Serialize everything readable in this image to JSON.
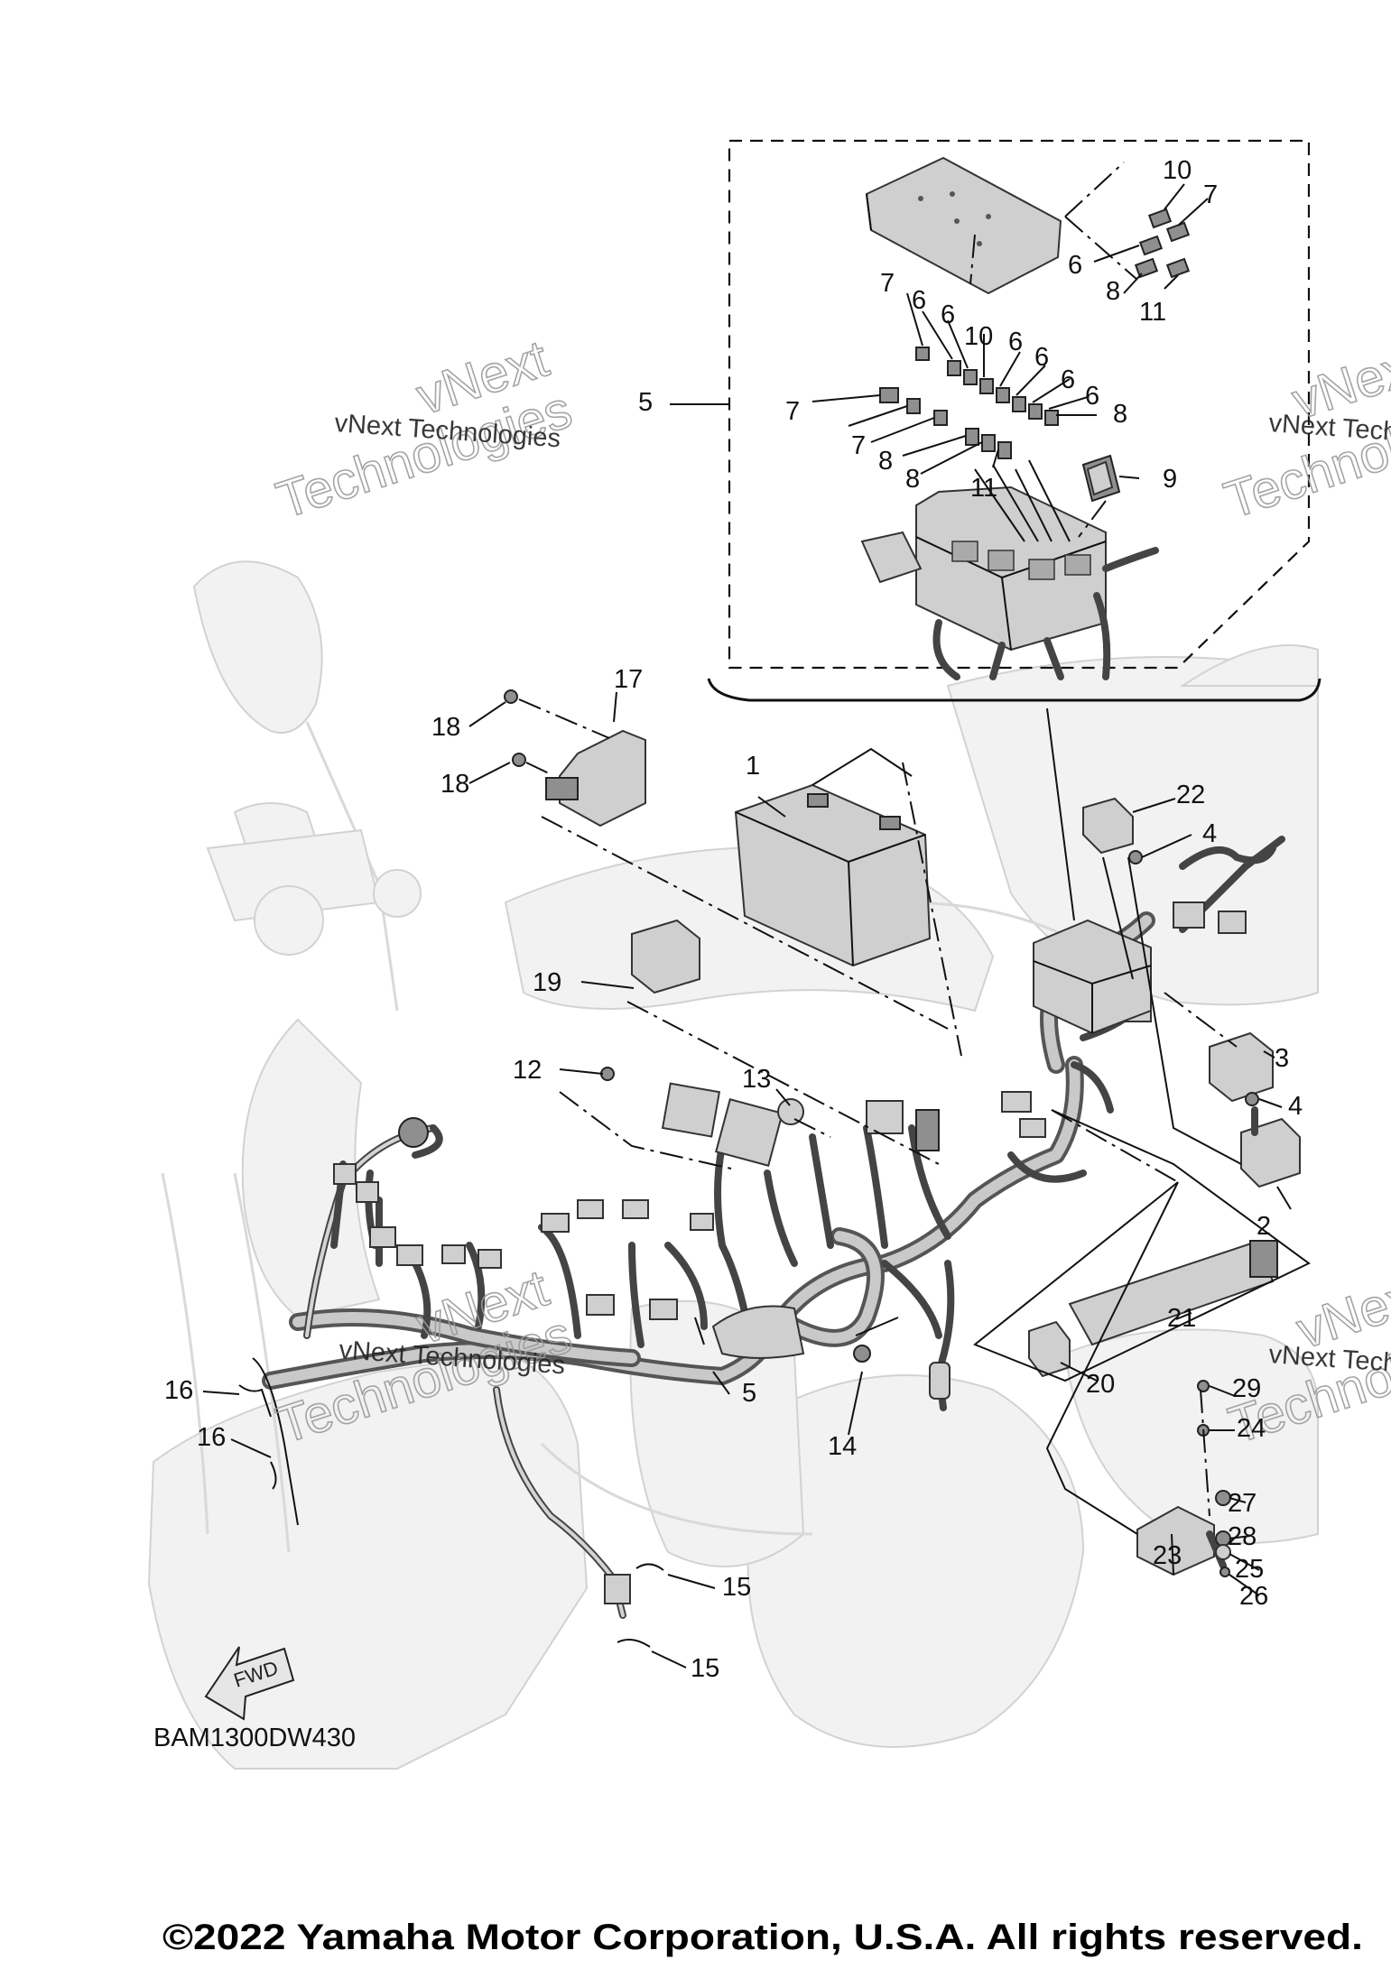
{
  "diagram": {
    "drawing_code": "BAM1300DW430",
    "copyright": "©2022 Yamaha Motor Corporation, U.S.A. All rights reserved.",
    "arrow_label": "FWD",
    "watermark": {
      "line1": "vNext",
      "line2": "Technologies",
      "serif_text": "vNext Technologies"
    },
    "callouts": [
      "1",
      "2",
      "3",
      "4",
      "4",
      "5",
      "5",
      "6",
      "6",
      "6",
      "6",
      "6",
      "6",
      "6",
      "7",
      "7",
      "7",
      "7",
      "8",
      "8",
      "8",
      "8",
      "9",
      "10",
      "10",
      "11",
      "11",
      "12",
      "13",
      "14",
      "15",
      "15",
      "16",
      "16",
      "17",
      "18",
      "18",
      "19",
      "20",
      "21",
      "22",
      "23",
      "24",
      "25",
      "26",
      "27",
      "28",
      "29"
    ]
  }
}
